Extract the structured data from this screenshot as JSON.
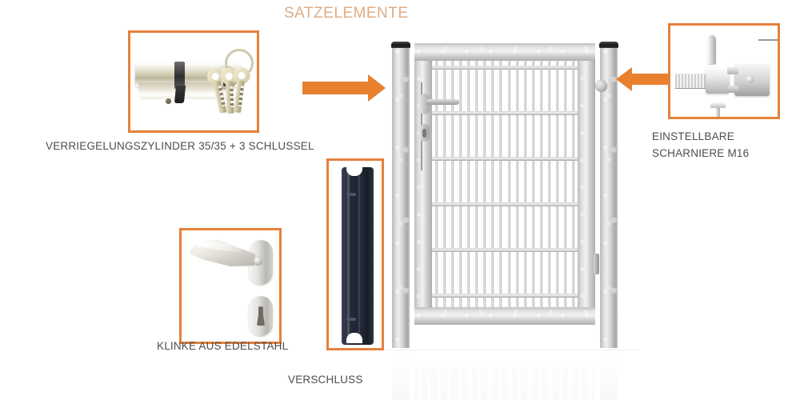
{
  "page": {
    "title": "SATZELEMENTE",
    "background_color": "#ffffff",
    "accent_color": "#e8802e",
    "box_border_color": "#e5813a",
    "title_color": "#e0ac84",
    "caption_color": "#4d4d4d"
  },
  "components": {
    "cylinder": {
      "label": "VERRIEGELUNGSZYLINDER 35/35 + 3 SCHLUSSEL",
      "icon": "lock-cylinder-with-keys"
    },
    "hinge": {
      "label_line1": "EINSTELLBARE",
      "label_line2": "SCHARNIERE M16",
      "icon": "adjustable-hinge-hardware"
    },
    "handle": {
      "label": "KLINKE AUS EDELSTAHL",
      "icon": "stainless-steel-door-handle"
    },
    "closure": {
      "label": "VERSCHLUSS",
      "icon": "lock-case-cover"
    },
    "gate": {
      "icon": "galvanized-single-leaf-mesh-gate"
    }
  },
  "arrows": {
    "cylinder_to_gate": "arrow-right",
    "hinge_to_gate": "arrow-left"
  }
}
